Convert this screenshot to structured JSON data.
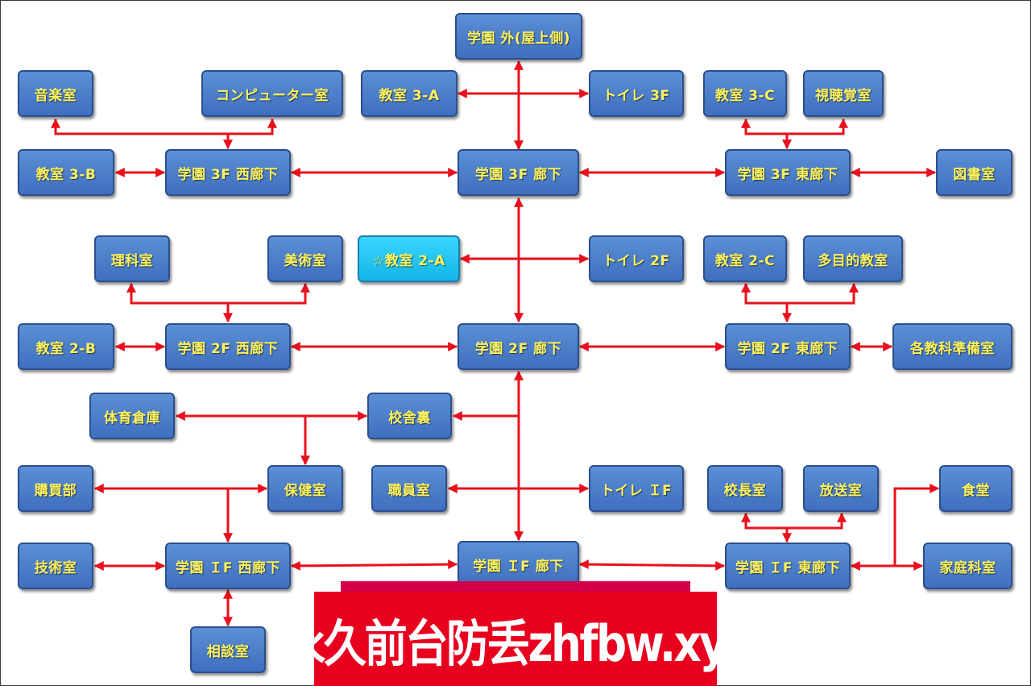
{
  "colors": {
    "line": "#e8101c",
    "node": "#4a7ecb",
    "node_border": "#2b4f8c",
    "current": "#22c4f3",
    "label": "#fff35a",
    "banner": "#e8001f"
  },
  "nodes": {
    "outside_roof": "学園 外(屋上側)",
    "music_room": "音楽室",
    "computer_room": "コンピューター室",
    "class_3a": "教室 3-A",
    "toilet_3f": "トイレ 3F",
    "class_3c": "教室 3-C",
    "av_room": "視聴覚室",
    "class_3b": "教室 3-B",
    "west_hall_3f": "学園 3F 西廊下",
    "hall_3f": "学園 3F 廊下",
    "east_hall_3f": "学園 3F 東廊下",
    "library": "図書室",
    "science_room": "理科室",
    "art_room": "美術室",
    "class_2a": "☆教室 2-A",
    "toilet_2f": "トイレ 2F",
    "class_2c": "教室 2-C",
    "multi_room": "多目的教室",
    "class_2b": "教室 2-B",
    "west_hall_2f": "学園 2F 西廊下",
    "hall_2f": "学園 2F 廊下",
    "east_hall_2f": "学園 2F 東廊下",
    "prep_room": "各教科準備室",
    "sports_storage": "体育倉庫",
    "behind_school": "校舎裏",
    "store": "購買部",
    "nurse_office": "保健室",
    "staff_room": "職員室",
    "toilet_1f": "トイレ ＩF",
    "principal_office": "校長室",
    "broadcast_room": "放送室",
    "cafeteria": "食堂",
    "tech_room": "技術室",
    "west_hall_1f": "学園 ＩF 西廊下",
    "hall_1f": "学園 ＩF 廊下",
    "east_hall_1f": "学園 ＩF 東廊下",
    "home_ec_room": "家庭科室",
    "counseling_room": "相談室"
  },
  "banner": {
    "text": "永久前台防丢zhfbw.xyz"
  }
}
